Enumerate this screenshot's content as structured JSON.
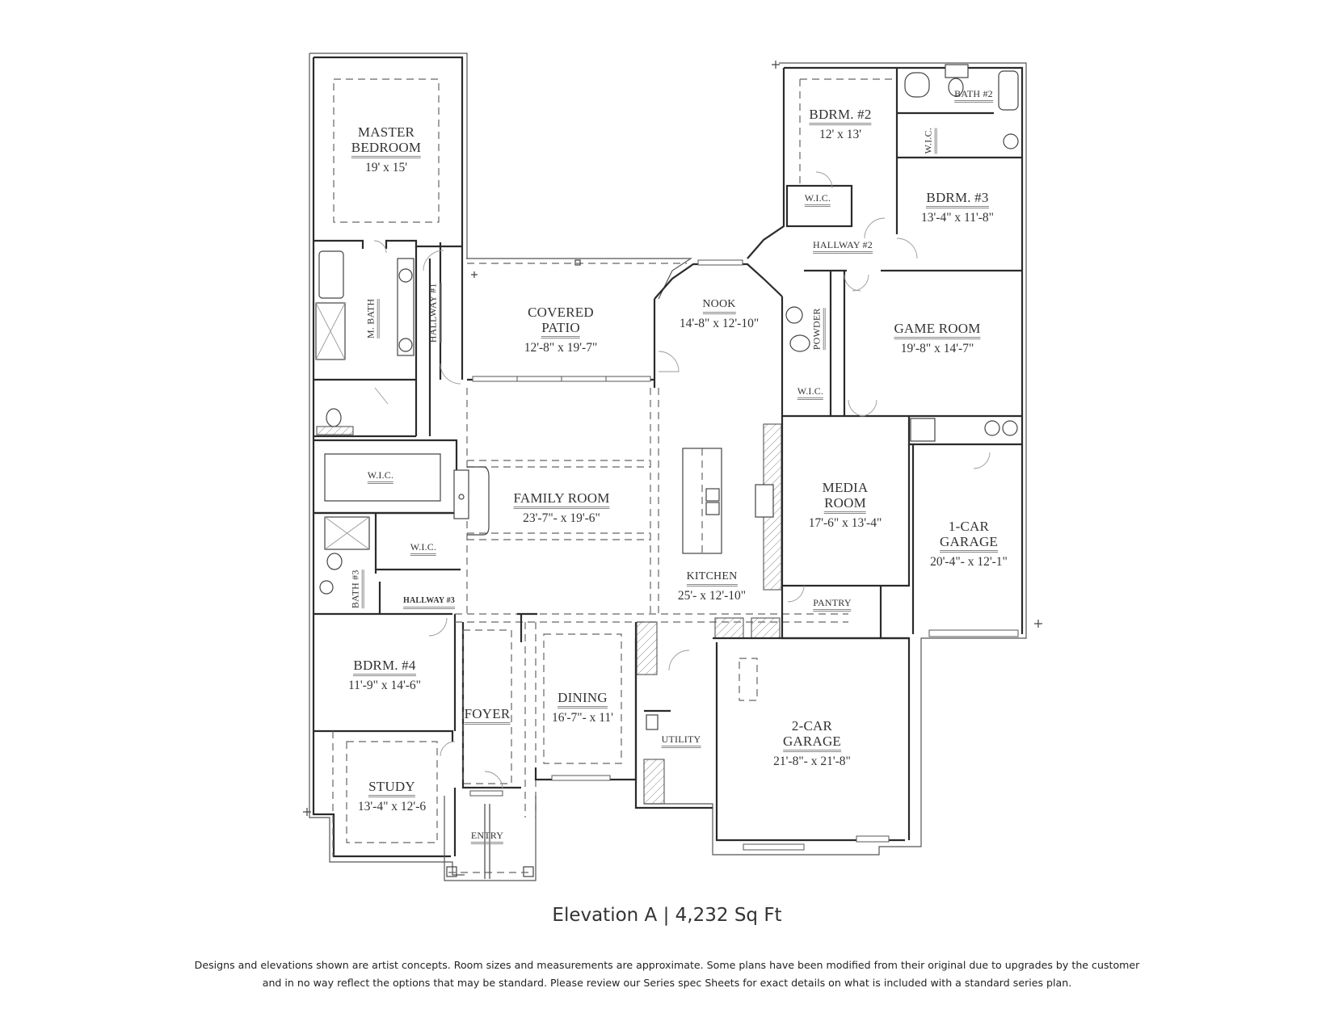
{
  "plan": {
    "elevation_caption": "Elevation A | 4,232 Sq Ft",
    "disclaimer_line1": "Designs and elevations shown are artist concepts. Room sizes and measurements are approximate. Some plans have been modified from their original due to upgrades by the customer",
    "disclaimer_line2": "and in no way reflect the options that may be standard. Please review our Series spec Sheets for exact details on what is included with a standard series plan.",
    "rooms": {
      "master_bedroom": {
        "name_line1": "MASTER",
        "name_line2": "BEDROOM",
        "dims": "19' x 15'"
      },
      "m_bath": {
        "name": "M. BATH"
      },
      "hallway1": {
        "name": "HALLWAY #1"
      },
      "covered_patio": {
        "name_line1": "COVERED",
        "name_line2": "PATIO",
        "dims": "12'-8\" x 19'-7\""
      },
      "nook": {
        "name": "NOOK",
        "dims": "14'-8\" x 12'-10\""
      },
      "bdrm2": {
        "name": "BDRM. #2",
        "dims": "12' x 13'"
      },
      "bdrm2_wic": {
        "name": "W.I.C."
      },
      "bath2": {
        "name": "BATH #2"
      },
      "bath2_wic": {
        "name": "W.I.C."
      },
      "bdrm3": {
        "name": "BDRM. #3",
        "dims": "13'-4\" x 11'-8\""
      },
      "hallway2": {
        "name": "HALLWAY #2"
      },
      "powder": {
        "name": "POWDER"
      },
      "game_room": {
        "name": "GAME ROOM",
        "dims": "19'-8\" x 14'-7\""
      },
      "game_wic": {
        "name": "W.I.C."
      },
      "master_wic": {
        "name": "W.I.C."
      },
      "family_room": {
        "name": "FAMILY ROOM",
        "dims": "23'-7\"- x 19'-6\""
      },
      "bdrm4_wic": {
        "name": "W.I.C."
      },
      "bath3": {
        "name": "BATH #3"
      },
      "hallway3": {
        "name": "HALLWAY #3"
      },
      "media_room": {
        "name_line1": "MEDIA",
        "name_line2": "ROOM",
        "dims": "17'-6\" x 13'-4\""
      },
      "one_car_garage": {
        "name_line1": "1-CAR",
        "name_line2": "GARAGE",
        "dims": "20'-4\"- x 12'-1\""
      },
      "kitchen": {
        "name": "KITCHEN",
        "dims": "25'- x 12'-10\""
      },
      "pantry": {
        "name": "PANTRY"
      },
      "bdrm4": {
        "name": "BDRM. #4",
        "dims": "11'-9\" x 14'-6\""
      },
      "foyer": {
        "name": "FOYER"
      },
      "dining": {
        "name": "DINING",
        "dims": "16'-7\"- x 11'"
      },
      "utility": {
        "name": "UTILITY"
      },
      "two_car_garage": {
        "name_line1": "2-CAR",
        "name_line2": "GARAGE",
        "dims": "21'-8\"- x 21'-8\""
      },
      "study": {
        "name": "STUDY",
        "dims": "13'-4\" x 12'-6"
      },
      "entry": {
        "name": "ENTRY"
      }
    }
  }
}
